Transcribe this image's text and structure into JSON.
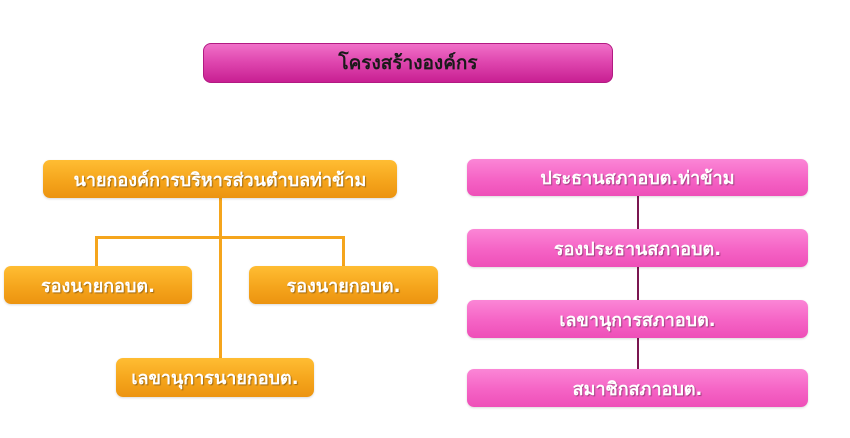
{
  "title": "โครงสร้างองค์กร",
  "administration": {
    "head": "นายกองค์การบริหารส่วนตำบลท่าข้าม",
    "deputy_left": "รองนายกอบต.",
    "deputy_right": "รองนายกอบต.",
    "secretary": "เลขานุการนายกอบต."
  },
  "council": {
    "president": "ประธานสภาอบต.ท่าข้าม",
    "vice_president": "รองประธานสภาอบต.",
    "secretary": "เลขานุการสภาอบต.",
    "members": "สมาชิกสภาอบต."
  },
  "colors": {
    "title_magenta": "#e048b0",
    "administration_orange": "#f5a51c",
    "council_pink": "#f563c5",
    "council_connector": "#7a1650"
  }
}
